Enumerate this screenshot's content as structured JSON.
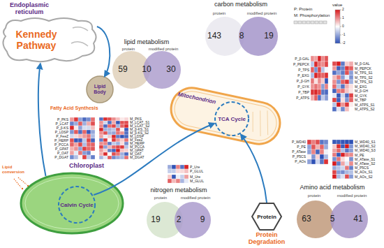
{
  "diagram": {
    "nodes": [
      {
        "text": [
          "Endoplasmic reticulum",
          "Kennedy Pathway"
        ]
      },
      {
        "text": [
          "carbon metabolism",
          "protein",
          "modified protein",
          "143",
          "8",
          "19"
        ]
      },
      {
        "text": [
          "lipid metabolism",
          "protein",
          "modified protein",
          "59",
          "10",
          "30"
        ]
      },
      {
        "text": [
          "Lipid Body"
        ]
      },
      {
        "text": [
          "Mitochondrion"
        ]
      },
      {
        "text": [
          "TCA Cycle"
        ],
        "in": 4
      },
      {
        "text": [
          "Chloroplast"
        ]
      },
      {
        "text": [
          "Calvin Cycle"
        ],
        "in": 6
      },
      {
        "text": [
          "nitrogen metabolism",
          "protein",
          "modified protein",
          "19",
          "2",
          "9"
        ]
      },
      {
        "text": [
          "Protein",
          "Protein Degradation"
        ]
      },
      {
        "text": [
          "Amino acid metabolism",
          "protein",
          "modified protein",
          "63",
          "5",
          "41"
        ]
      }
    ],
    "edges": [
      {
        "from": 0,
        "to": 3,
        "arrow": "to"
      },
      {
        "from": 6,
        "to": 0,
        "arrow": "to"
      },
      {
        "from": 7,
        "to": 5,
        "arrow": "to"
      },
      {
        "from": 9,
        "to": 5,
        "arrow": "to"
      }
    ],
    "labels": [
      "Fatty Acid Synthesis",
      "Lipid conversion",
      "value",
      "2",
      "1",
      "0",
      "-1",
      "-2",
      "P: Protein",
      "M: Phosphorylation",
      "P_PKS",
      "P_LCAT",
      "P_β-KS",
      "P_LDSP",
      "P_FeeZ",
      "P_HERP",
      "P_PCCA",
      "P_GPAT",
      "P_OAT",
      "P_DGAT",
      "M_PKS",
      "M_LCAT_S1",
      "M_LCAT_S2",
      "M_β-KS_S1",
      "M_β-KS_S2",
      "M_LDSP",
      "M_FeeZ",
      "M_HERP",
      "M_PCCA",
      "M_GPAT",
      "M_OAT",
      "M_DGAT",
      "P_β-GAL",
      "P_PEPCK",
      "P_TPS",
      "P_EXG",
      "P_β-GH",
      "P_GYK",
      "P_TBP",
      "P_ATPS",
      "M_β-GAL",
      "M_PEPCK",
      "M_TPS_S1",
      "M_TPS_S2",
      "M_TPS_S3",
      "M_EXG",
      "M_β-GH",
      "M_GYK",
      "M_TBP",
      "M_ATPS_S1",
      "M_ATPS_S2",
      "P_Ure",
      "P_GLUL",
      "M_Ure",
      "M_GLUL",
      "P_WD40",
      "P_PE",
      "P_ATase",
      "P_P5CS",
      "P_AOs",
      "M_WD40_S1",
      "M_WD40_S2",
      "M_WD40_S3",
      "M_PE",
      "M_ATase_S1",
      "M_ATase_S2",
      "M_P5CS",
      "M_AOs_S1",
      "M_AOs_S2"
    ]
  }
}
